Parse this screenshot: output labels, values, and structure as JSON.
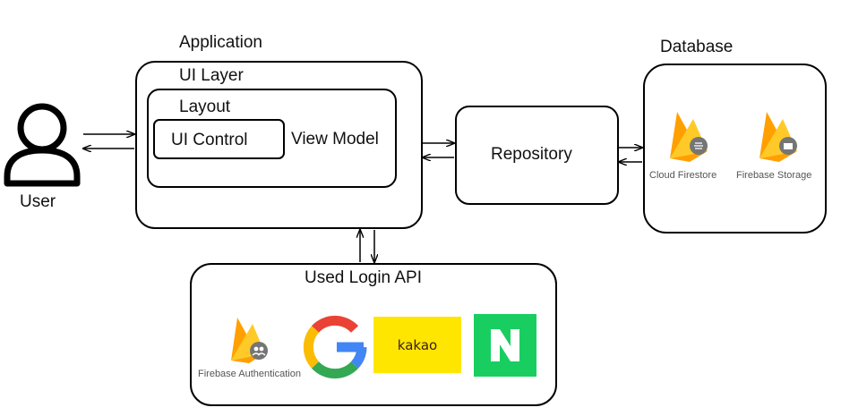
{
  "application": {
    "label": "Application"
  },
  "ui_layer": {
    "label": "UI Layer"
  },
  "layout": {
    "label": "Layout"
  },
  "ui_control": {
    "label": "UI Control"
  },
  "view_model": {
    "label": "View Model"
  },
  "user": {
    "label": "User"
  },
  "repository": {
    "label": "Repository"
  },
  "database": {
    "label": "Database",
    "items": [
      {
        "label": "Cloud Firestore",
        "icon": "firebase-cloud-firestore-icon"
      },
      {
        "label": "Firebase Storage",
        "icon": "firebase-storage-icon"
      }
    ]
  },
  "login_api": {
    "label": "Used Login API",
    "items": [
      {
        "label": "Firebase Authentication",
        "icon": "firebase-authentication-icon"
      },
      {
        "label": "",
        "icon": "google-logo"
      },
      {
        "label": "kakao",
        "icon": "kakao-logo"
      },
      {
        "label": "N",
        "icon": "naver-logo"
      }
    ]
  },
  "colors": {
    "firebase_yellow": "#FFCA28",
    "firebase_orange": "#FFA000",
    "firebase_amber": "#F57C00",
    "kakao_yellow": "#FFE600",
    "naver_green": "#19CE60",
    "google_blue": "#4285F4",
    "google_red": "#EA4335",
    "google_yellow": "#FBBC05",
    "google_green": "#34A853"
  }
}
